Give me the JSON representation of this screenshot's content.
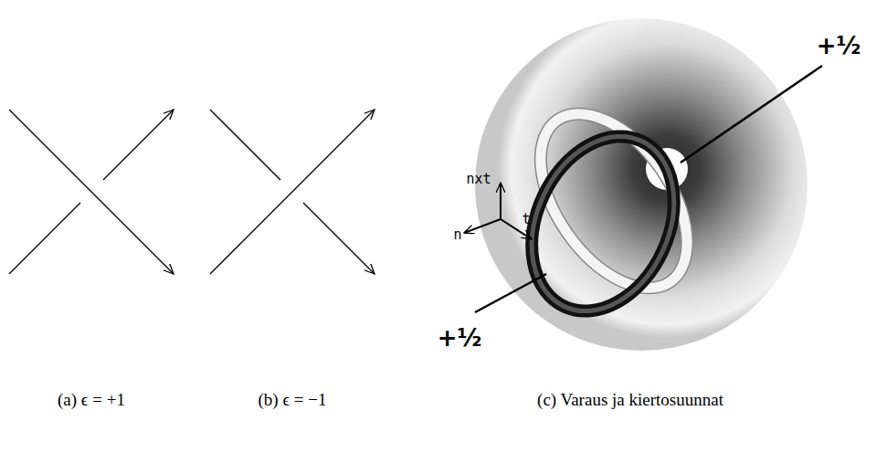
{
  "diagram": {
    "labels": [
      "(a) ϵ = +1",
      "(b) ϵ = −1",
      "nxt",
      "t",
      "n",
      "+½",
      "+½",
      "(c) Varaus ja kiertosuunnat"
    ]
  }
}
